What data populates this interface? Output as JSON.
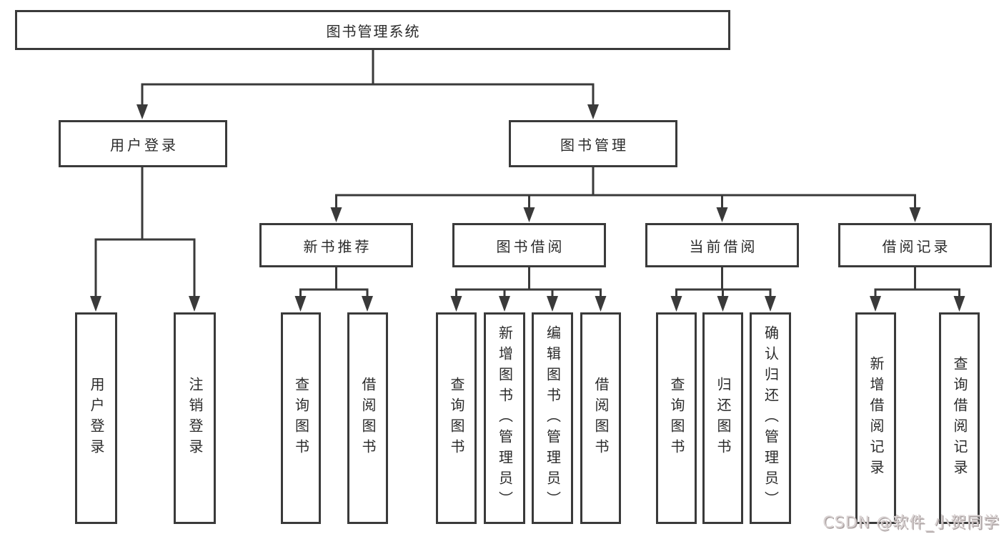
{
  "diagram_title": "图书管理系统",
  "watermark": "CSDN @软件_小贺同学",
  "colors": {
    "line": "#3a3a3a",
    "text": "#2b2b2b",
    "background": "#ffffff",
    "watermark": "#d9d2d2",
    "watermark_shadow": "#aba2a2"
  },
  "tree": {
    "label": "图书管理系统",
    "children": [
      {
        "label": "用户登录",
        "children": [
          {
            "label": "用户登录"
          },
          {
            "label": "注销登录"
          }
        ]
      },
      {
        "label": "图书管理",
        "children": [
          {
            "label": "新书推荐",
            "children": [
              {
                "label": "查询图书"
              },
              {
                "label": "借阅图书"
              }
            ]
          },
          {
            "label": "图书借阅",
            "children": [
              {
                "label": "查询图书"
              },
              {
                "label": "新增图书（管理员）"
              },
              {
                "label": "编辑图书（管理员）"
              },
              {
                "label": "借阅图书"
              }
            ]
          },
          {
            "label": "当前借阅",
            "children": [
              {
                "label": "查询图书"
              },
              {
                "label": "归还图书"
              },
              {
                "label": "确认归还（管理员）"
              }
            ]
          },
          {
            "label": "借阅记录",
            "children": [
              {
                "label": "新增借阅记录"
              },
              {
                "label": "查询借阅记录"
              }
            ]
          }
        ]
      }
    ]
  }
}
